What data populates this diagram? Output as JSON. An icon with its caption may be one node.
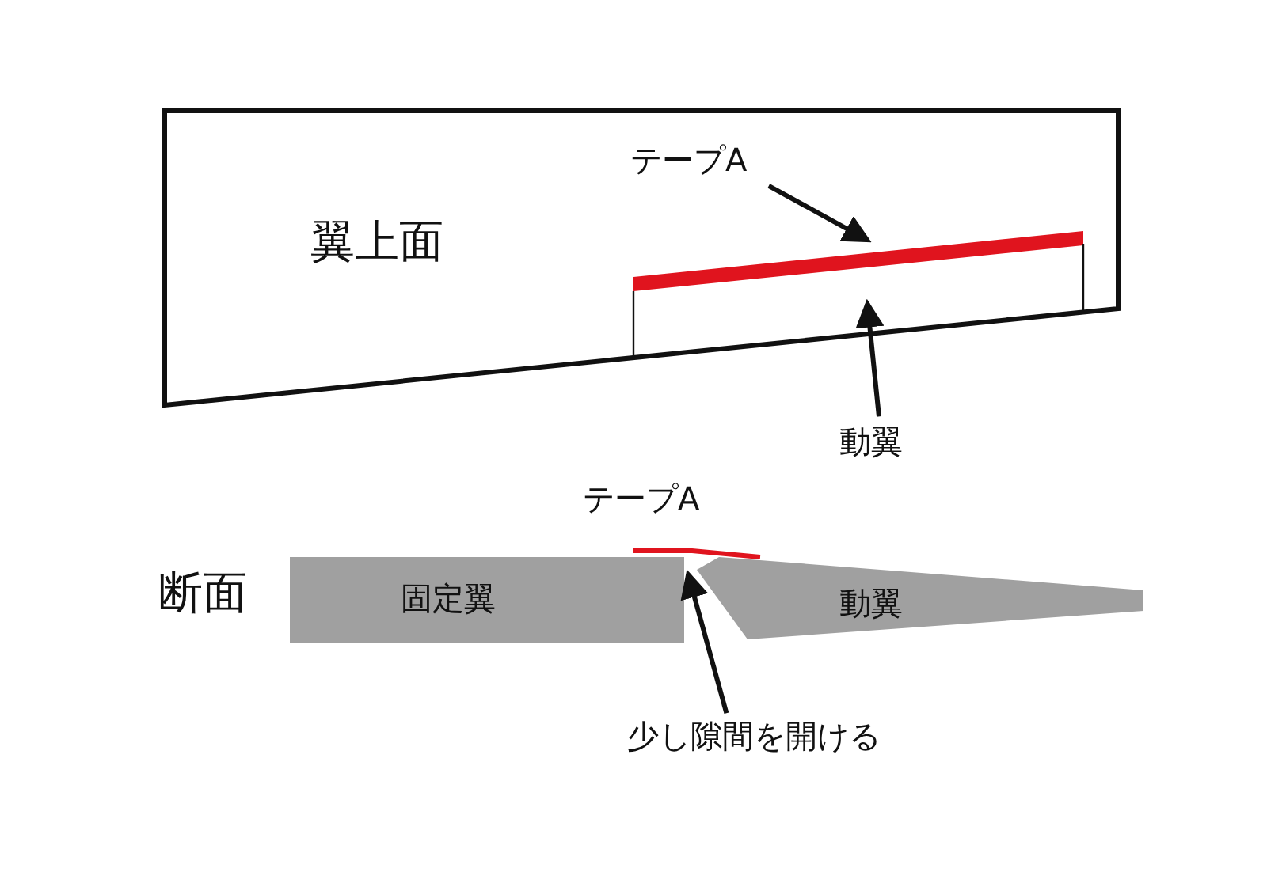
{
  "diagram": {
    "nodes": [
      {
        "text": [
          "翼上面"
        ]
      },
      {
        "text": [
          "テープA"
        ],
        "in": 0
      },
      {
        "text": [],
        "shape": "bar",
        "in": 0
      },
      {
        "text": [],
        "shape": "box",
        "in": 0
      },
      {
        "text": [
          "動翼"
        ]
      },
      {
        "text": [
          "固定翼"
        ]
      },
      {
        "text": [
          "動翼"
        ]
      },
      {
        "text": [
          "少し隙間を開ける"
        ]
      }
    ],
    "edges": [
      {
        "from": 1,
        "to": 2,
        "arrow": "to"
      },
      {
        "from": 4,
        "to": 3,
        "arrow": "to"
      },
      {
        "from": 7,
        "to": 5,
        "arrow": "to"
      }
    ],
    "labels": [
      "断面",
      "テープA"
    ]
  }
}
